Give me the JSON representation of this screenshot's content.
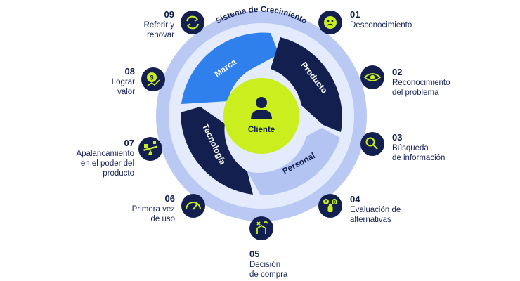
{
  "title": "Sistema de Crecimiento",
  "center": {
    "label": "Cliente",
    "icon": "person-icon"
  },
  "segments": [
    {
      "label": "Marca"
    },
    {
      "label": "Producto"
    },
    {
      "label": "Personal"
    },
    {
      "label": "Tecnología"
    }
  ],
  "stages": [
    {
      "num": "01",
      "label": "Desconocimiento",
      "icon": "confused-face-icon"
    },
    {
      "num": "02",
      "label": "Reconocimiento\ndel problema",
      "icon": "eye-icon"
    },
    {
      "num": "03",
      "label": "Búsqueda\nde información",
      "icon": "magnifier-icon"
    },
    {
      "num": "04",
      "label": "Evaluación de\nalternativas",
      "icon": "compare-ab-icon"
    },
    {
      "num": "05",
      "label": "Decisión\nde compra",
      "icon": "decision-arrows-icon"
    },
    {
      "num": "06",
      "label": "Primera vez\nde uso",
      "icon": "gauge-icon"
    },
    {
      "num": "07",
      "label": "Apalancamiento\nen el poder del\nproducto",
      "icon": "seesaw-icon"
    },
    {
      "num": "08",
      "label": "Lograr\nvalor",
      "icon": "dollar-growth-icon"
    },
    {
      "num": "09",
      "label": "Referir y\nrenovar",
      "icon": "refresh-icon"
    }
  ],
  "colors": {
    "navy": "#13204f",
    "outer_ring": "#b9c9f4",
    "inner_light": "#e4ebfc",
    "blue": "#2f80ed",
    "lavender": "#b3c4f3",
    "lime": "#cbee1f",
    "text": "#1a2456"
  }
}
